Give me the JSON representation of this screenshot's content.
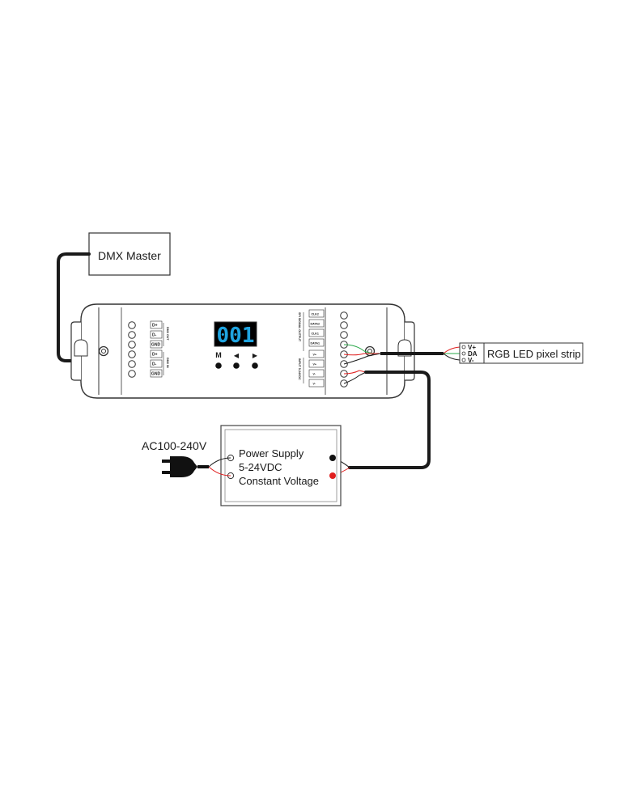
{
  "labels": {
    "dmx_master": "DMX Master",
    "rgb_strip": "RGB LED pixel strip",
    "ac_input": "AC100-240V",
    "psu_line1": "Power Supply",
    "psu_line2": "5-24VDC",
    "psu_line3": "Constant Voltage"
  },
  "decoder": {
    "display_value": "001",
    "buttons": [
      "M",
      "◀",
      "▶"
    ],
    "dmx_out_terminals": [
      "D+",
      "D-",
      "GND"
    ],
    "dmx_in_terminals": [
      "D+",
      "D-",
      "GND"
    ],
    "dmx_out_label": "DMX OUT",
    "dmx_in_label": "DMX IN",
    "spi_terminals": [
      "CLK2",
      "DATA2",
      "CLK1",
      "DATA1"
    ],
    "spi_label": "SPI SIGNAL OUTPUT",
    "power_terminals": [
      "V+",
      "V+",
      "V-",
      "V-"
    ],
    "power_label": "INPUT 5-24VDC"
  },
  "strip_pins": [
    "V+",
    "DA",
    "V-"
  ],
  "colors": {
    "wire_black": "#1a1a1a",
    "wire_red": "#e02020",
    "wire_green": "#2aa84a",
    "wire_blue": "#2a6fd0",
    "display_digits": "#1fa4e0"
  }
}
